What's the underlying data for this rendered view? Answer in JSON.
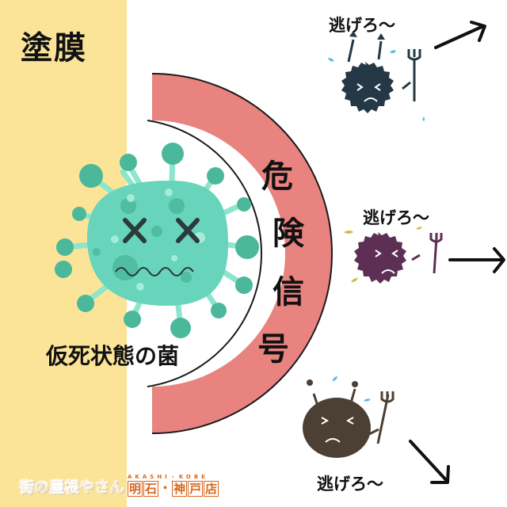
{
  "header": {
    "title": "塗膜"
  },
  "shield": {
    "label_chars": [
      "危",
      "険",
      "信",
      "号"
    ],
    "fill_color": "#e8837f",
    "outline_color": "#1a1a1a"
  },
  "coating_panel": {
    "color": "#fbe497"
  },
  "dormant_germ": {
    "label": "仮死状態の菌",
    "body_color": "#67d4bb",
    "spike_color": "#4bb89b",
    "eye_icon": "x-eyes"
  },
  "fleeing_germs": [
    {
      "label": "逃げろ〜",
      "color": "#243845",
      "arrow": "up-right"
    },
    {
      "label": "逃げろ〜",
      "color": "#5d2f55",
      "arrow": "right"
    },
    {
      "label": "逃げろ〜",
      "color": "#4c3f34",
      "arrow": "down-right"
    }
  ],
  "logo": {
    "main": "街の屋根やさん",
    "sub": "AKASHI・KOBE",
    "store_chars": [
      "明",
      "石",
      "・",
      "神",
      "戸",
      "店"
    ],
    "brand_color": "#d9661d"
  }
}
